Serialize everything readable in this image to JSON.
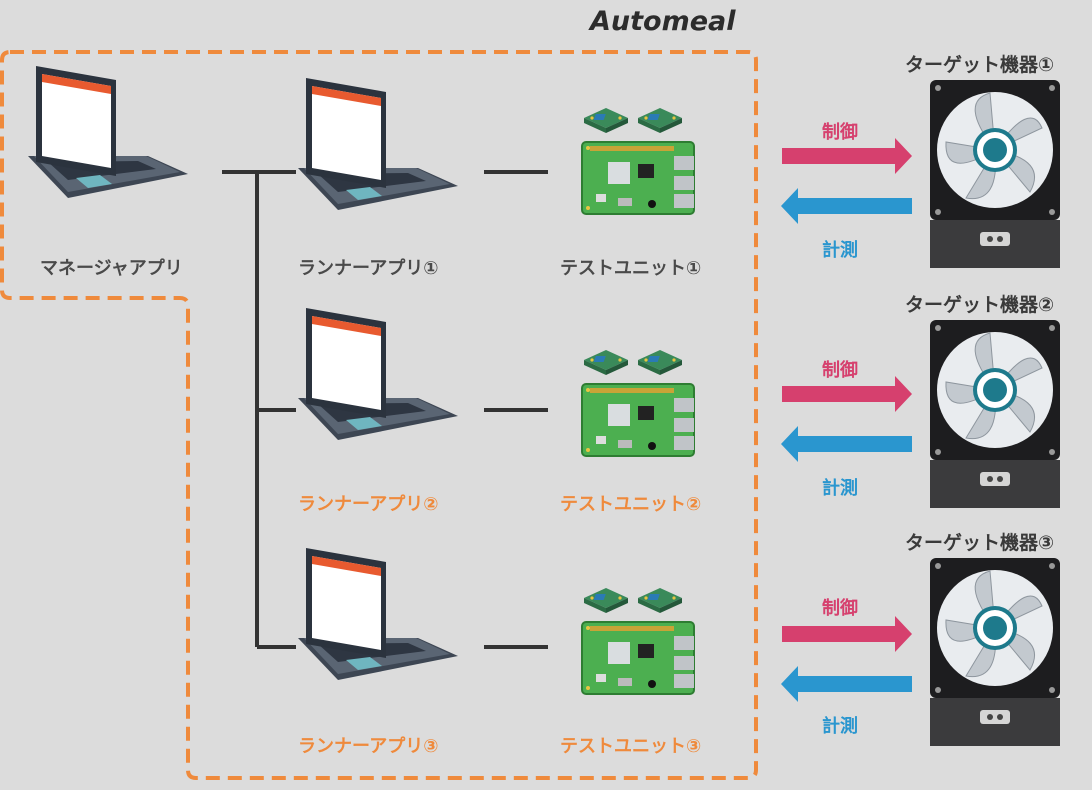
{
  "title": "Automeal",
  "manager": {
    "label": "マネージャアプリ"
  },
  "runners": [
    {
      "label": "ランナーアプリ①",
      "color": "#4a4a4a"
    },
    {
      "label": "ランナーアプリ②",
      "color": "#ef8a3c"
    },
    {
      "label": "ランナーアプリ③",
      "color": "#ef8a3c"
    }
  ],
  "units": [
    {
      "label": "テストユニット①",
      "color": "#4a4a4a"
    },
    {
      "label": "テストユニット②",
      "color": "#ef8a3c"
    },
    {
      "label": "テストユニット③",
      "color": "#ef8a3c"
    }
  ],
  "targets": [
    {
      "label": "ターゲット機器①"
    },
    {
      "label": "ターゲット機器②"
    },
    {
      "label": "ターゲット機器③"
    }
  ],
  "arrows": {
    "control": "制御",
    "measure": "計測"
  },
  "colors": {
    "boundary": "#ef8a3c",
    "control": "#d6406e",
    "measure": "#2a96cf",
    "line": "#333333"
  },
  "icons": {
    "app": "laptop-icon",
    "unit": "raspberry-pi-icon",
    "target": "cooling-fan-icon"
  }
}
